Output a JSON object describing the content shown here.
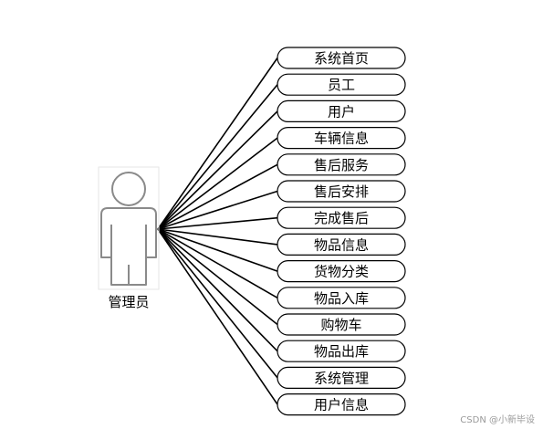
{
  "actor": {
    "label": "管理员"
  },
  "use_cases": [
    {
      "label": "系统首页"
    },
    {
      "label": "员工"
    },
    {
      "label": "用户"
    },
    {
      "label": "车辆信息"
    },
    {
      "label": "售后服务"
    },
    {
      "label": "售后安排"
    },
    {
      "label": "完成售后"
    },
    {
      "label": "物品信息"
    },
    {
      "label": "货物分类"
    },
    {
      "label": "物品入库"
    },
    {
      "label": "购物车"
    },
    {
      "label": "物品出库"
    },
    {
      "label": "系统管理"
    },
    {
      "label": "用户信息"
    }
  ],
  "watermark": {
    "text": "CSDN @小新毕设"
  },
  "colors": {
    "line": "#000000",
    "oval_stroke": "#000000",
    "actor_stroke": "#8a8a8a",
    "watermark": "#9a9a9a"
  }
}
